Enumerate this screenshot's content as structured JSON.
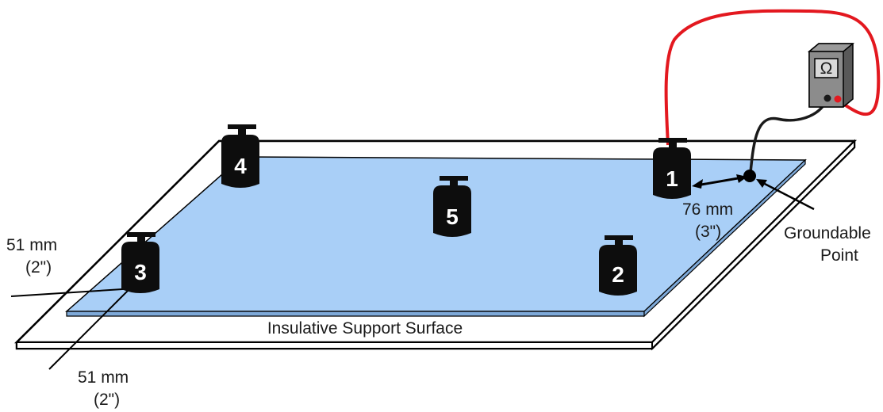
{
  "surface_label": "Insulative  Support Surface",
  "dim_left": {
    "value": "51  mm",
    "inch": "(2\")"
  },
  "dim_bottom": {
    "value": "51 mm",
    "inch": "(2\")"
  },
  "dim_right": {
    "value": "76 mm",
    "inch": "(3\")"
  },
  "ground_label": {
    "line1": "Groundable",
    "line2": "Point"
  },
  "meter_symbol": "Ω",
  "weights": [
    {
      "number": "1"
    },
    {
      "number": "2"
    },
    {
      "number": "3"
    },
    {
      "number": "4"
    },
    {
      "number": "5"
    }
  ],
  "colors": {
    "test_surface": "#a9cff7",
    "lead_red": "#e3181f",
    "meter_body": "#7f7f7f",
    "meter_face": "#d9d9d9",
    "weight": "#0d0d0d"
  }
}
